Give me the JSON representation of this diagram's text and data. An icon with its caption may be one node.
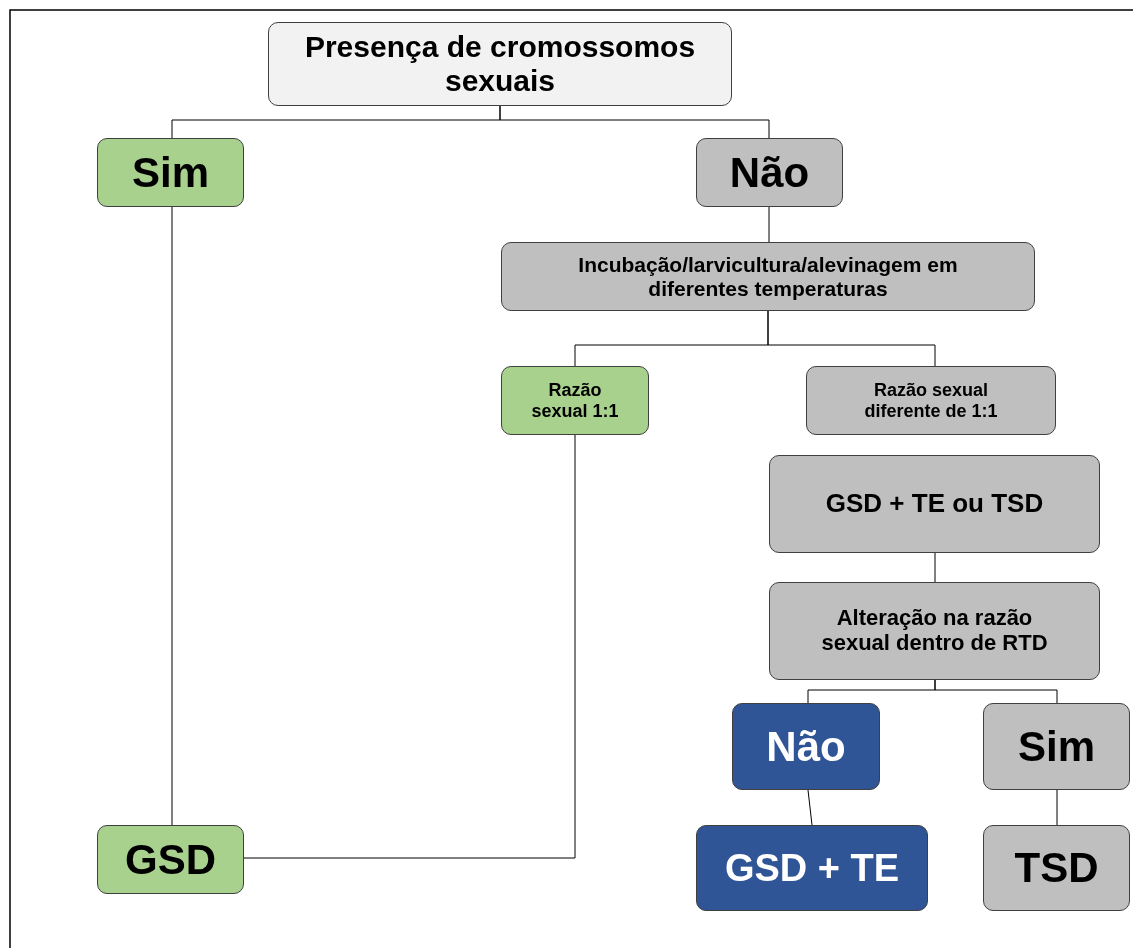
{
  "diagram": {
    "nodes": [
      {
        "text": [
          "Presença de cromossomos sexuais"
        ]
      },
      {
        "text": [
          "Sim"
        ]
      },
      {
        "text": [
          "Não"
        ]
      },
      {
        "text": [
          "Incubação/larvicultura/alevinagem em diferentes temperaturas"
        ]
      },
      {
        "text": [
          "Razão sexual 1:1"
        ]
      },
      {
        "text": [
          "Razão sexual diferente de 1:1"
        ]
      },
      {
        "text": [
          "GSD + TE ou TSD"
        ]
      },
      {
        "text": [
          "Alteração na razão sexual dentro de RTD"
        ]
      },
      {
        "text": [
          "Não"
        ]
      },
      {
        "text": [
          "Sim"
        ]
      },
      {
        "text": [
          "GSD"
        ]
      },
      {
        "text": [
          "GSD + TE"
        ]
      },
      {
        "text": [
          "TSD"
        ]
      }
    ],
    "edges": [
      {
        "from": 0,
        "to": 1,
        "arrow": "none"
      },
      {
        "from": 0,
        "to": 2,
        "arrow": "none"
      },
      {
        "from": 1,
        "to": 10,
        "arrow": "none"
      },
      {
        "from": 2,
        "to": 3,
        "arrow": "none"
      },
      {
        "from": 3,
        "to": 4,
        "arrow": "none"
      },
      {
        "from": 3,
        "to": 5,
        "arrow": "none"
      },
      {
        "from": 4,
        "to": 10,
        "arrow": "none"
      },
      {
        "from": 6,
        "to": 7,
        "arrow": "none"
      },
      {
        "from": 7,
        "to": 8,
        "arrow": "none"
      },
      {
        "from": 7,
        "to": 9,
        "arrow": "none"
      },
      {
        "from": 8,
        "to": 11,
        "arrow": "none"
      },
      {
        "from": 9,
        "to": 12,
        "arrow": "none"
      }
    ]
  }
}
